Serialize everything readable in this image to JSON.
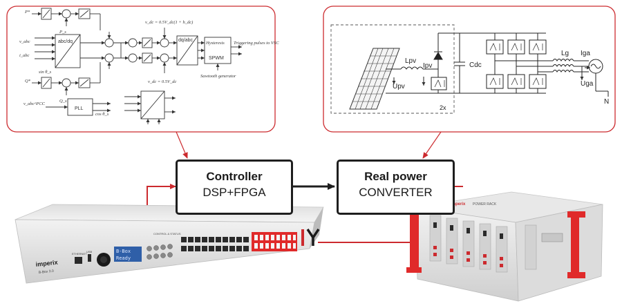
{
  "blocks": {
    "controller": {
      "title": "Controller",
      "subtitle": "DSP+FPGA"
    },
    "converter": {
      "title": "Real power",
      "subtitle": "CONVERTER"
    }
  },
  "colors": {
    "accent_red": "#cc2a2e",
    "block_border": "#1e1e1e",
    "device_body": "#e9e9e9",
    "rack_red": "#e02a2a"
  },
  "control_scheme": {
    "inputs": {
      "p_ref": "P*",
      "q_ref": "Q*",
      "v_abc": "v_abc",
      "i_abc": "i_abc",
      "v_pcc": "v_abc^PCC"
    },
    "feedback": {
      "p": "P_s",
      "q": "Q_s"
    },
    "blocks": {
      "pll": "PLL",
      "transform_abc_dq": "abc/dq",
      "transform_dq_abc": "dq/abc",
      "modulator": "SPWM"
    },
    "angle_labels": {
      "sin": "sin θ_s",
      "cos": "cos θ_s"
    },
    "equations": {
      "upper": "v_dc = 0.5V_dc(1 + h_dc)",
      "lower": "v_dc = 0.5V_dc"
    },
    "notes": {
      "sawtooth": "Sawtooth generator",
      "triggering": "Triggering pulses to VSC",
      "hysteresis": "Hysteresis"
    }
  },
  "circuit": {
    "labels": {
      "lpv": "Lpv",
      "ipv": "Ipv",
      "upv": "Upv",
      "cdc": "Cdc",
      "lg": "Lg",
      "iga": "Iga",
      "uga": "Uga",
      "n": "N",
      "multiplier": "2x"
    }
  },
  "controller_device": {
    "brand": "imperix",
    "model": "B-Box 3.0",
    "display": [
      "B-Box",
      "Ready"
    ],
    "port_labels": {
      "ethernet": "ETHERNET",
      "usb": "USB",
      "control": "CONTROL & STATUS"
    }
  },
  "converter_device": {
    "brand": "imperix",
    "label": "POWER RACK"
  }
}
